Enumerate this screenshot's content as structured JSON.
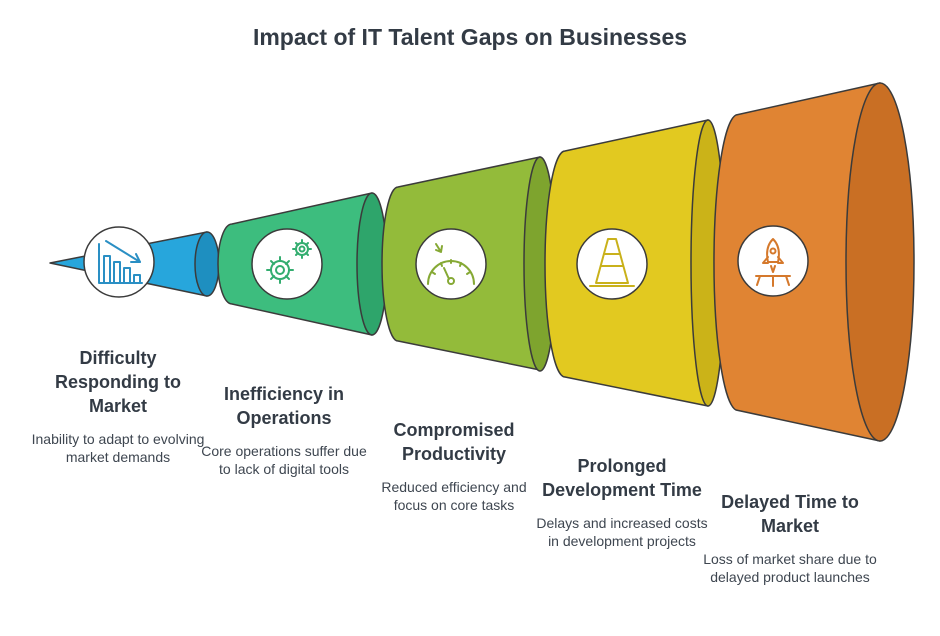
{
  "title": "Impact of IT Talent Gaps on Businesses",
  "colors": {
    "text": "#333b45",
    "outline": "#3b3b3b",
    "icon_circle": "#ffffff"
  },
  "steps": [
    {
      "title": "Difficulty Responding to Market",
      "description": "Inability to adapt to evolving market demands",
      "icon": "declining-bar-chart-icon",
      "color": "#27a6dc",
      "color_dark": "#1e8fc0",
      "icon_color": "#2a8fc4"
    },
    {
      "title": "Inefficiency in Operations",
      "description": "Core operations suffer due to lack of digital tools",
      "icon": "gears-icon",
      "color": "#3dbd7e",
      "color_dark": "#2ea56b",
      "icon_color": "#33ad6f"
    },
    {
      "title": "Compromised Productivity",
      "description": "Reduced efficiency and focus on core tasks",
      "icon": "speedometer-icon",
      "color": "#93bb3a",
      "color_dark": "#7ea42e",
      "icon_color": "#86a935"
    },
    {
      "title": "Prolonged Development Time",
      "description": "Delays and increased costs in development projects",
      "icon": "traffic-cone-icon",
      "color": "#e2c920",
      "color_dark": "#cbb318",
      "icon_color": "#c9b11b"
    },
    {
      "title": "Delayed Time to Market",
      "description": "Loss of market share due to delayed product launches",
      "icon": "rocket-launch-icon",
      "color": "#e08433",
      "color_dark": "#c96f24",
      "icon_color": "#d5792c"
    }
  ]
}
